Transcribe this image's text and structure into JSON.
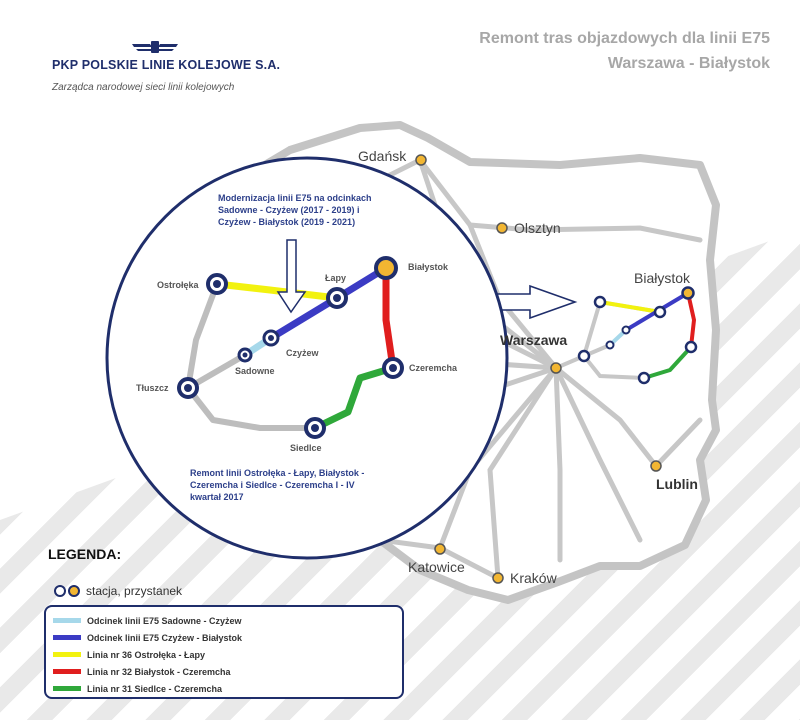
{
  "header": {
    "logo_text": "PKP POLSKIE LINIE KOLEJOWE S.A.",
    "logo_subtitle": "Zarządca narodowej sieci linii kolejowych",
    "title_line1": "Remont tras objazdowych dla linii E75",
    "title_line2": "Warszawa - Białystok"
  },
  "cities": {
    "gdansk": "Gdańsk",
    "olsztyn": "Olsztyn",
    "bialystok": "Białystok",
    "warszawa": "Warszawa",
    "lublin": "Lublin",
    "katowice": "Katowice",
    "krakow": "Kraków"
  },
  "zoom": {
    "note_top": "Modernizacja linii E75 na odcinkach Sadowne - Czyżew (2017 - 2019) i Czyżew - Białystok (2019 - 2021)",
    "note_bottom": "Remont linii Ostrołęka - Łapy, Białystok - Czeremcha i Siedlce - Czeremcha I - IV kwartał 2017",
    "stations": {
      "ostroleka": "Ostrołęka",
      "lapy": "Łapy",
      "bialystok": "Białystok",
      "czyzew": "Czyżew",
      "sadowne": "Sadowne",
      "tluszcz": "Tłuszcz",
      "czeremcha": "Czeremcha",
      "siedlce": "Siedlce"
    }
  },
  "legend": {
    "title": "LEGENDA:",
    "station_label": "stacja, przystanek",
    "items": [
      {
        "label": "Odcinek linii E75 Sadowne - Czyżew",
        "color": "#a6d8ea"
      },
      {
        "label": "Odcinek linii E75 Czyżew - Białystok",
        "color": "#3b3bc4"
      },
      {
        "label": "Linia nr 36 Ostrołęka - Łapy",
        "color": "#f2f20f"
      },
      {
        "label": "Linia nr 32 Białystok - Czeremcha",
        "color": "#e01e1e"
      },
      {
        "label": "Linia nr 31 Siedlce - Czeremcha",
        "color": "#2fa83a"
      }
    ]
  },
  "colors": {
    "navy": "#1f2e6b",
    "station_fill_gold": "#f2b632",
    "title_gray": "#a7a7a7",
    "rail_gray": "#c7c7c7"
  }
}
